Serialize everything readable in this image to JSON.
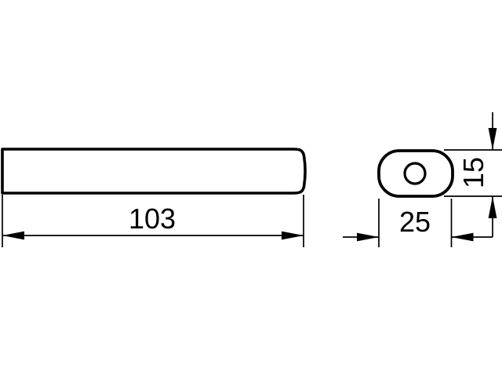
{
  "colors": {
    "line": "#000000",
    "background": "#ffffff"
  },
  "drawing": {
    "side_view": {
      "length_label": "103"
    },
    "end_view": {
      "width_label": "25",
      "height_label": "15"
    }
  }
}
